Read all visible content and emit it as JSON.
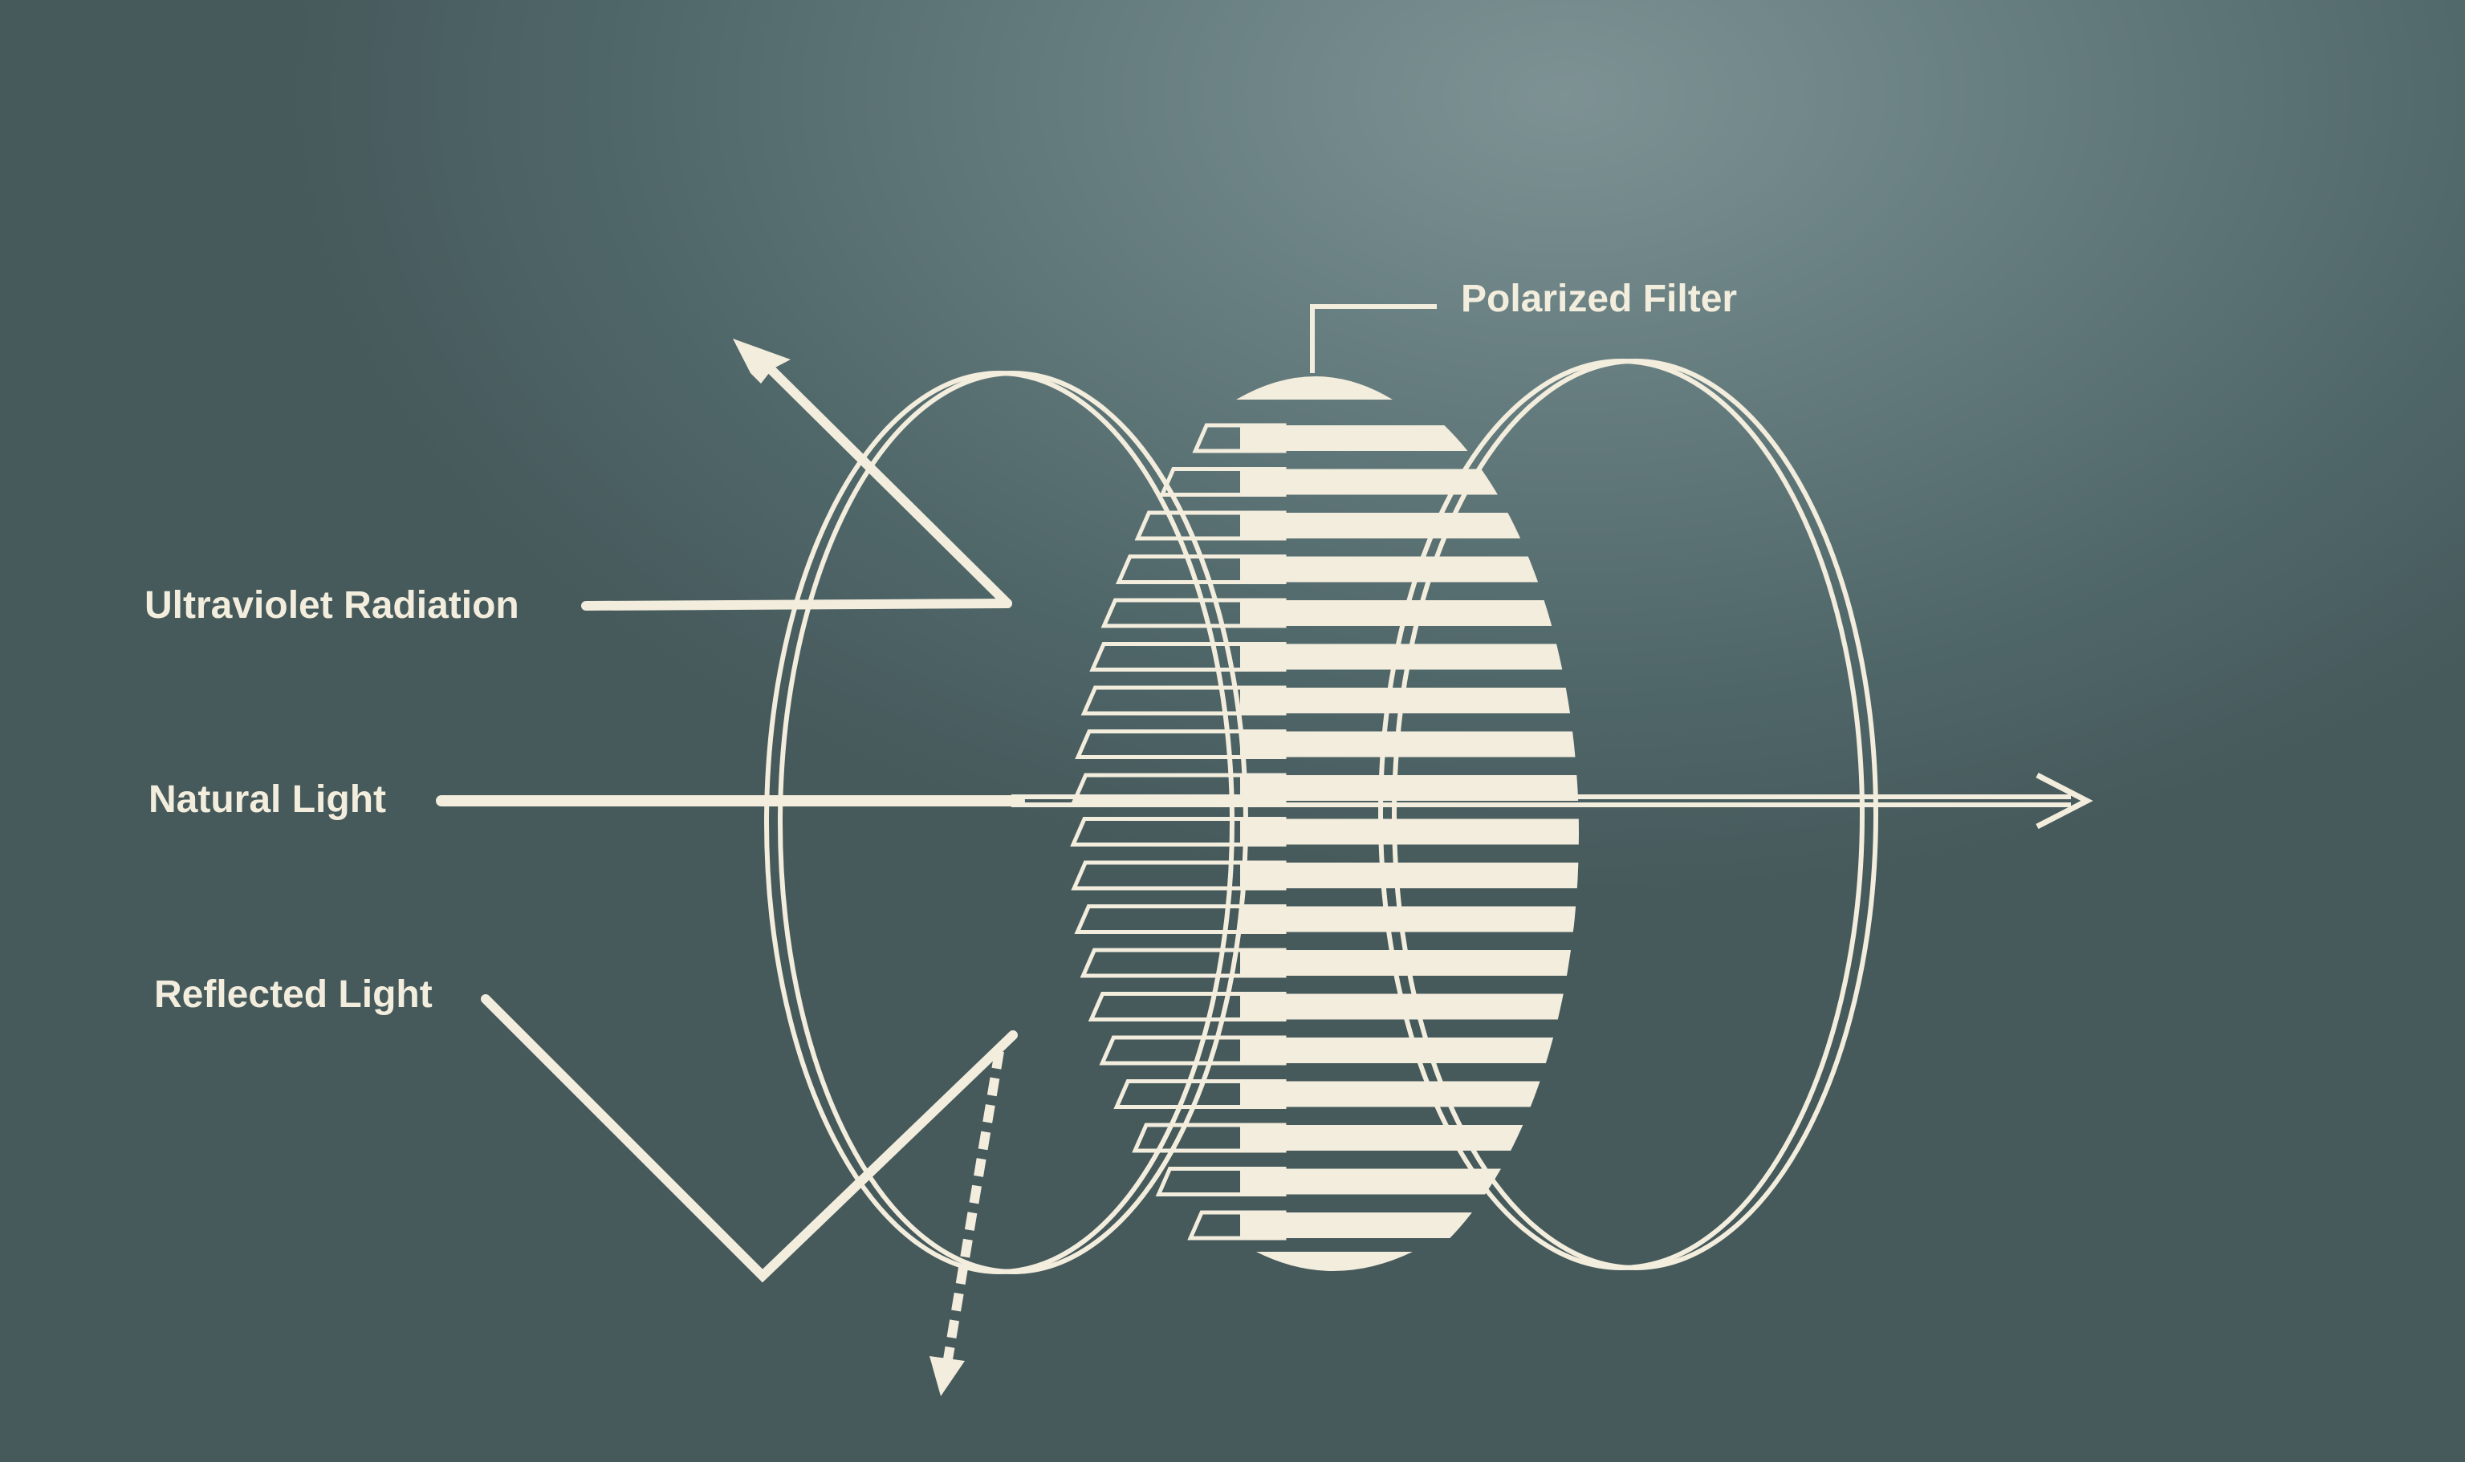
{
  "labels": {
    "polarized_filter": "Polarized Filter",
    "ultraviolet_radiation": "Ultraviolet Radiation",
    "natural_light": "Natural Light",
    "reflected_light": "Reflected Light"
  },
  "colors": {
    "background": "#566d6f",
    "line": "#f3eddd"
  }
}
